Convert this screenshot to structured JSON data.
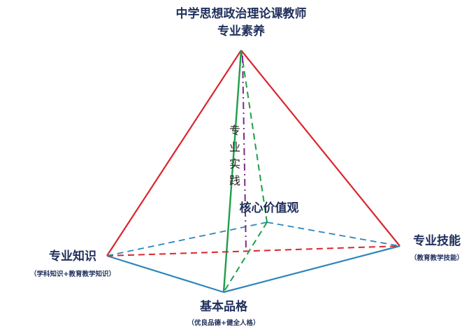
{
  "apex": {
    "title_line1": "中学思想政治理论课教师",
    "title_line2": "专业素养"
  },
  "nodes": {
    "left": {
      "label": "专业知识",
      "sublabel": "（学科知识+教育教学知识）"
    },
    "right": {
      "label": "专业技能",
      "sublabel": "（教育教学技能）"
    },
    "bottom": {
      "label": "基本品格",
      "sublabel": "（优良品德+健全人格）"
    }
  },
  "center": {
    "label": "核心价值观"
  },
  "vertical": {
    "chars": [
      "专",
      "业",
      "实",
      "践"
    ]
  },
  "colors": {
    "red": "#d9262e",
    "green": "#1f9e49",
    "blue": "#2e86b8",
    "purple": "#7d2a8a",
    "text": "#1f2f5c"
  }
}
